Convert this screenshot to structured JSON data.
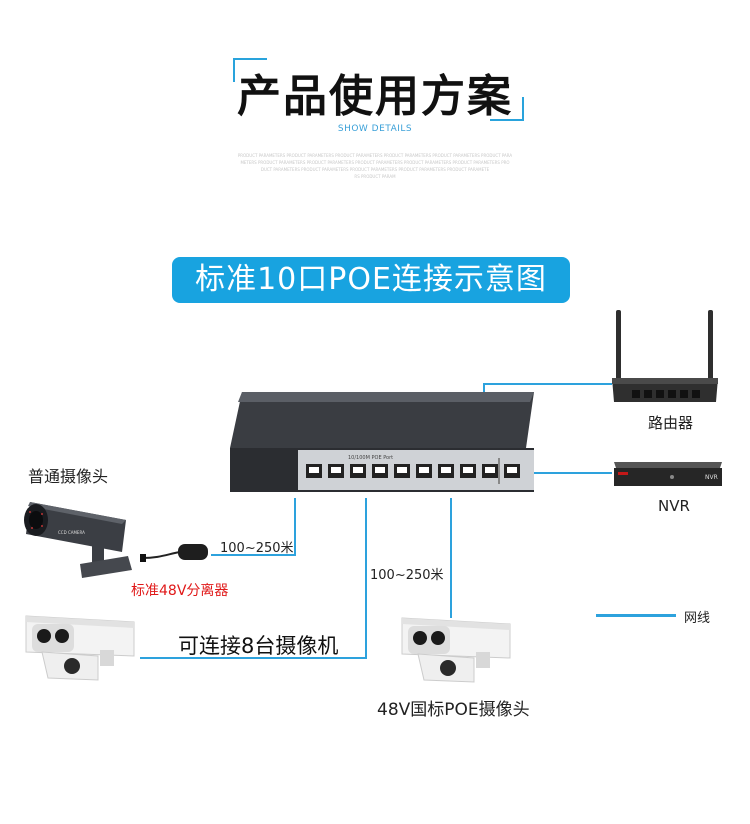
{
  "header": {
    "title": "产品使用方案",
    "subtitle": "SHOW DETAILS",
    "filler_line_1": "PRODUCT PARAMETERS PRODUCT PARAMETERS PRODUCT PARAMETERS PRODUCT PARAMETERS PRODUCT PARAMETERS PRODUCT PARA",
    "filler_line_2": "METERS PRODUCT PARAMETERS PRODUCT PARAMETERS PRODUCT PARAMETERS PRODUCT PARAMETERS PRODUCT PARAMETERS PRO",
    "filler_line_3": "DUCT PARAMETERS PRODUCT PARAMETERS PRODUCT PARAMETERS PRODUCT PARAMETERS PRODUCT PARAMETE",
    "filler_line_4": "RS PRODUCT PARAM"
  },
  "banner": {
    "text": "标准10口POE连接示意图"
  },
  "devices": {
    "router_label": "路由器",
    "nvr_label": "NVR",
    "nvr_face_text": "NVR",
    "switch_face_text": "10/100M POE Port",
    "normal_camera_label": "普通摄像头",
    "splitter_label": "标准48V分离器",
    "poe_camera_label": "48V国标POE摄像头",
    "connect_note": "可连接8台摄像机",
    "camera_tag": "CCD CAMERA"
  },
  "distances": {
    "left": "100~250米",
    "center": "100~250米"
  },
  "legend": {
    "label": "网线"
  },
  "colors": {
    "accent": "#18a3e0",
    "cable": "#2da2dd",
    "red": "#e01818"
  }
}
